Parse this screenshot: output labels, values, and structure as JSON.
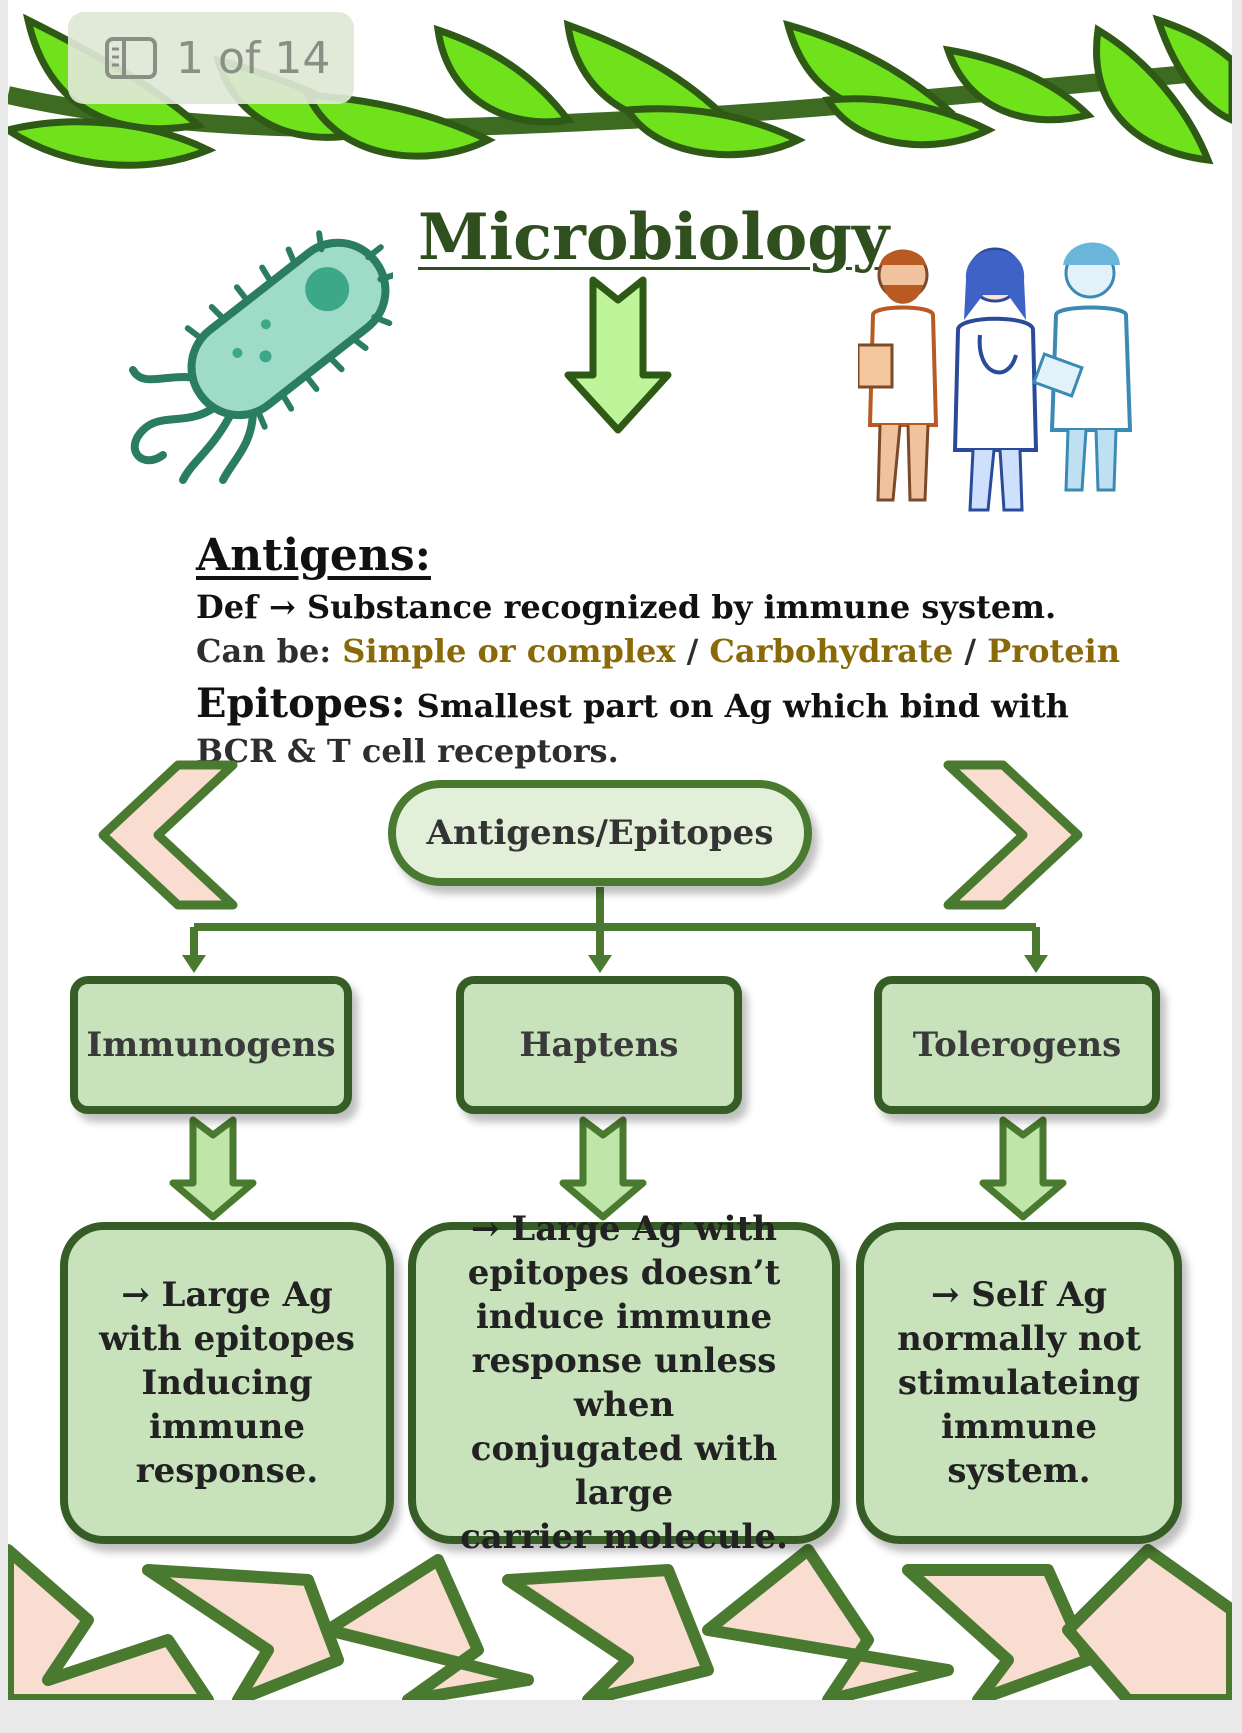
{
  "page_indicator": {
    "label": "1 of 14"
  },
  "title": "Microbiology",
  "antigens": {
    "heading": "Antigens:",
    "def_label": "Def",
    "def_text": "Substance recognized by immune system.",
    "can_be_label": "Can be:",
    "types": [
      "Simple or complex",
      "Carbohydrate",
      "Protein"
    ],
    "separator": "/",
    "epitopes_label": "Epitopes:",
    "epitopes_text_1": "Smallest part on Ag which bind with",
    "epitopes_text_2": "BCR & T cell receptors."
  },
  "diagram": {
    "root": "Antigens/Epitopes",
    "categories": [
      {
        "name": "Immunogens",
        "desc": [
          "Large Ag",
          "with epitopes",
          "Inducing",
          "immune",
          "response."
        ]
      },
      {
        "name": "Haptens",
        "desc": [
          "Large Ag with",
          "epitopes doesn’t",
          "induce immune",
          "response unless when",
          "conjugated with large",
          "carrier molecule."
        ]
      },
      {
        "name": "Tolerogens",
        "desc": [
          "Self Ag",
          "normally not",
          "stimulateing",
          "immune",
          "system."
        ]
      }
    ]
  },
  "colors": {
    "leaf_green": "#6fe21c",
    "dark_green": "#355d25",
    "box_fill": "#c8e2bc",
    "gold_text": "#8a6a08"
  },
  "icons": [
    "bacterium-icon",
    "doctors-illustration",
    "down-arrow-icon",
    "chevron-left-icon",
    "chevron-right-icon"
  ]
}
